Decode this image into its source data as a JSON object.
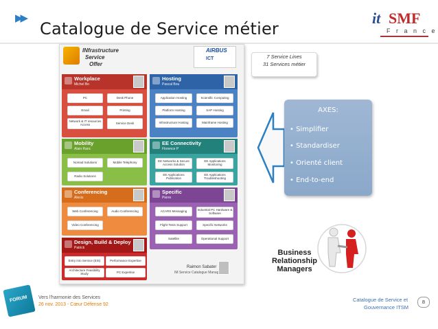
{
  "header": {
    "title": "Catalogue de Service métier",
    "arrows": "▶▶"
  },
  "logo": {
    "it": "it",
    "smf": "SMF",
    "country": "F r a n c e"
  },
  "catalogue": {
    "iso_lines": [
      "INfrastructure",
      "Service",
      "Offer"
    ],
    "partner": {
      "name": "AIRBUS",
      "sub": "ICT"
    },
    "blocks": {
      "workplace": {
        "name": "Workplace",
        "manager": "Michel Bo",
        "cells": [
          "PC",
          "Desk Phone",
          "Email",
          "Printing",
          "Network & IT resources Access",
          "Service Desk"
        ]
      },
      "hosting": {
        "name": "Hosting",
        "manager": "Pascal Bou",
        "cells": [
          "Application Hosting",
          "Scientific Computing",
          "Platform Hosting",
          "SAP Hosting",
          "Infrastructure Hosting",
          "Mainframe Hosting"
        ]
      },
      "mobility": {
        "name": "Mobility",
        "manager": "Alain Ranc",
        "cells": [
          "Nomad Solutions",
          "Mobile Telephony",
          "Radio Solutions"
        ]
      },
      "connectivity": {
        "name": "EE Connectivity",
        "manager": "Florence P",
        "cells": [
          "EE Networks & Secure Access Solution",
          "EE Applications Monitoring",
          "EE Applications Publication",
          "EE Applications Troubleshooting"
        ]
      },
      "conferencing": {
        "name": "Conferencing",
        "manager": "Alexis",
        "cells": [
          "Web Conferencing",
          "Audio Conferencing",
          "Video Conferencing"
        ]
      },
      "specific": {
        "name": "Specific",
        "manager": "Pierre",
        "cells": [
          "ACARS Messaging",
          "Industrial PC Hardware & Software",
          "Flight Tests Support",
          "Specific Networks",
          "Satellite",
          "Operational Support"
        ]
      },
      "design": {
        "name": "Design, Build & Deploy",
        "manager": "Patrick",
        "cells": [
          "Entry into Service (EIS)",
          "Performance Expertise",
          "Architecture Feasibility Study",
          "PC Expertise"
        ]
      }
    },
    "signature": {
      "name": "Raimon Sabater",
      "role": "IM Service Catalogue Manager"
    }
  },
  "callout": {
    "line1": "7 Service Lines",
    "line2": "31 Services métier"
  },
  "axes": {
    "title": "AXES:",
    "items": [
      "Simplifier",
      "Standardiser",
      "Orienté client",
      "End-to-end"
    ]
  },
  "brm": {
    "line1": "Business",
    "line2": "Relationship",
    "line3": "Managers"
  },
  "footer": {
    "left_line1": "Vers l'harmonie des Services",
    "left_line2": "26 nov. 2013 - Cœur Défense 92",
    "right_line1": "Catalogue de Service et",
    "right_line2": "Gouvernance ITSM",
    "page": "8",
    "badge": "FORUM"
  },
  "colors": {
    "workplace": "#d94f3f",
    "hosting": "#4a82c4",
    "mobility": "#8abf47",
    "connectivity": "#3aa5a0",
    "conferencing": "#ee8b3e",
    "specific": "#9b62b3",
    "design": "#cc2b2b",
    "axes_box": "#9fb7d4",
    "arrow": "#2b7fc2"
  }
}
